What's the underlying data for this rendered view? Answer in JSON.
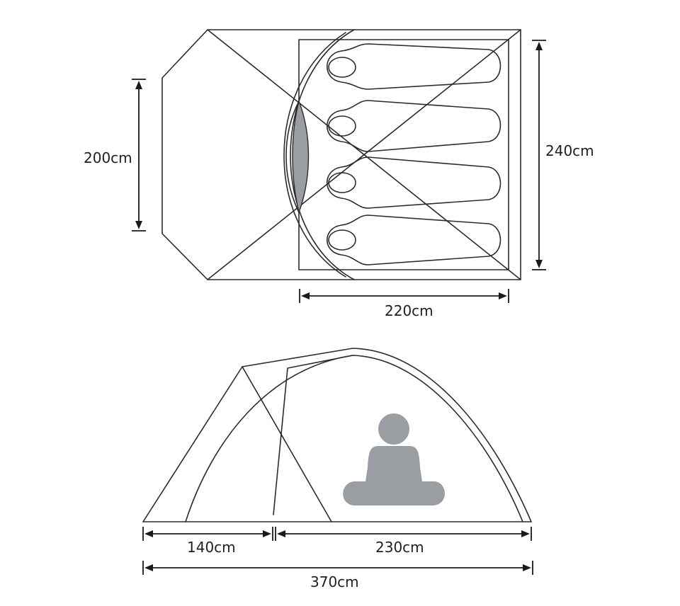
{
  "colors": {
    "line": "#2b2b2b",
    "figure": "#9a9da1",
    "door": "#a3a5a8"
  },
  "dimensions": {
    "vestibule_width": "200cm",
    "tent_width": "240cm",
    "inner_length": "220cm",
    "vestibule_length": "140cm",
    "inner_side_length": "230cm",
    "total_length": "370cm"
  },
  "figures": {
    "sleeping_bags": 4,
    "seated_person": "seated-person-icon"
  }
}
